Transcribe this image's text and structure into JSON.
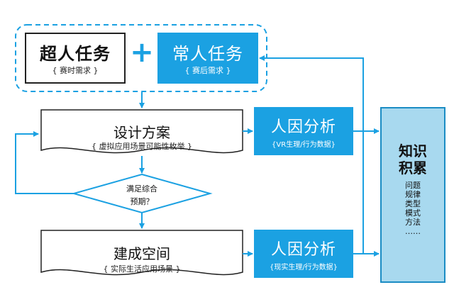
{
  "colors": {
    "accent": "#1ba1e2",
    "knowledge_fill": "#a8d9ef",
    "line": "#1ba1e2",
    "dark_line": "#222222"
  },
  "tasks": {
    "super": {
      "title": "超人任务",
      "sub": "{ 赛时需求 }"
    },
    "plus": "+",
    "normal": {
      "title": "常人任务",
      "sub": "{ 赛后需求 }"
    }
  },
  "design": {
    "title": "设计方案",
    "sub": "{ 虚拟应用场景可能性枚举 }"
  },
  "decision": {
    "line1": "满足综合",
    "line2": "预期？"
  },
  "build": {
    "title": "建成空间",
    "sub": "{ 实际生活应用场景 }"
  },
  "human_factors_1": {
    "title": "人因分析",
    "sub": "{VR生理/行为数据}"
  },
  "human_factors_2": {
    "title": "人因分析",
    "sub": "{现实生理/行为数据}"
  },
  "knowledge": {
    "title_line1": "知识",
    "title_line2": "积累",
    "items": [
      "问题",
      "规律",
      "类型",
      "模式",
      "方法",
      "……"
    ]
  }
}
